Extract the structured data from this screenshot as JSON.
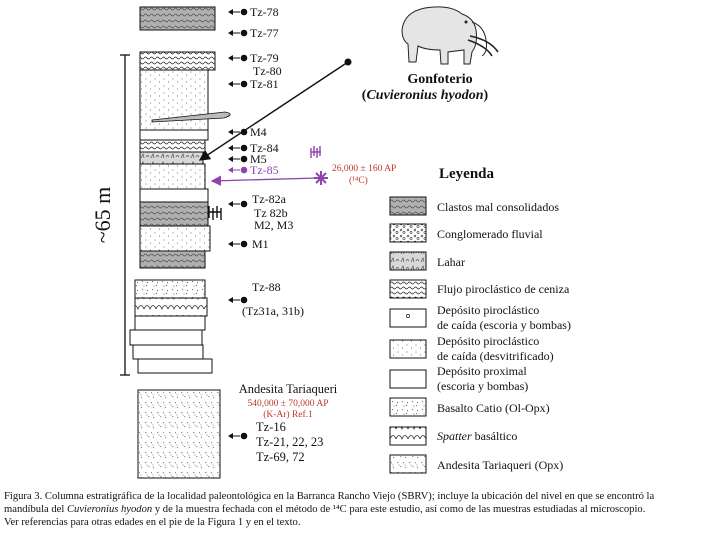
{
  "figure": {
    "fossil": {
      "name": "Gonfoterio",
      "species_prefix": "(",
      "species": "Cuvieronius hyodon",
      "species_suffix": ")"
    },
    "scale_label": "~65 m",
    "samples": {
      "tz78": "Tz-78",
      "tz77": "Tz-77",
      "tz79": "Tz-79",
      "tz80": "Tz-80",
      "tz81": "Tz-81",
      "m4": "M4",
      "tz84": "Tz-84",
      "m5": "M5",
      "tz85": "Tz-85",
      "tz82a": "Tz-82a",
      "tz82b": "Tz 82b",
      "m2m3": "M2, M3",
      "m1": "M1",
      "tz88": "Tz-88",
      "tz31": "(Tz31a, 31b)"
    },
    "date_14c_value": "26,000 ± 160 AP",
    "date_14c_method": "(¹⁴C)",
    "base_unit": {
      "title": "Andesita Tariaqueri",
      "age": "540,000 ± 70,000 AP",
      "method": "(K-Ar) Ref.1",
      "sample1": "Tz-16",
      "sample2": "Tz-21, 22, 23",
      "sample3": "Tz-69, 72"
    },
    "legend": {
      "title": "Leyenda",
      "items": [
        {
          "lines": [
            "Clastos mal consolidados"
          ]
        },
        {
          "lines": [
            "Conglomerado fluvial"
          ]
        },
        {
          "lines": [
            "Lahar"
          ]
        },
        {
          "lines": [
            "Flujo piroclástico de ceniza"
          ]
        },
        {
          "lines": [
            "Depósito piroclástico",
            "de caída (escoria y bombas)"
          ]
        },
        {
          "lines": [
            "Depósito piroclástico",
            "de caída (desvitrificado)"
          ]
        },
        {
          "lines": [
            "Depósito proximal",
            "(escoria y bombas)"
          ]
        },
        {
          "lines": [
            "Basalto Catio (Ol-Opx)"
          ]
        },
        {
          "italic": "Spatter",
          "rest": " basáltico",
          "lines": [
            "Spatter basáltico"
          ]
        },
        {
          "lines": [
            "Andesita Tariaqueri (Opx)"
          ]
        }
      ]
    }
  },
  "caption": {
    "line1": "Figura 3. Columna estratigráfica de la localidad paleontológica en la Barranca Rancho Viejo (SBRV); incluye la ubicación del nivel en que se encontró la",
    "line2a": "mandíbula del ",
    "line2i": "Cuvieronius hyodon",
    "line2b": " y de la muestra fechada con el método de ¹⁴C para este estudio, así como de las muestras estudiadas al microscopio.",
    "line3": "Ver referencias para otras edades en el pie de la Figura 1 y en el texto."
  },
  "colors": {
    "accent_purple": "#8e44ad",
    "date_red": "#c0392b",
    "clast_fill": "#8a8a8a"
  }
}
